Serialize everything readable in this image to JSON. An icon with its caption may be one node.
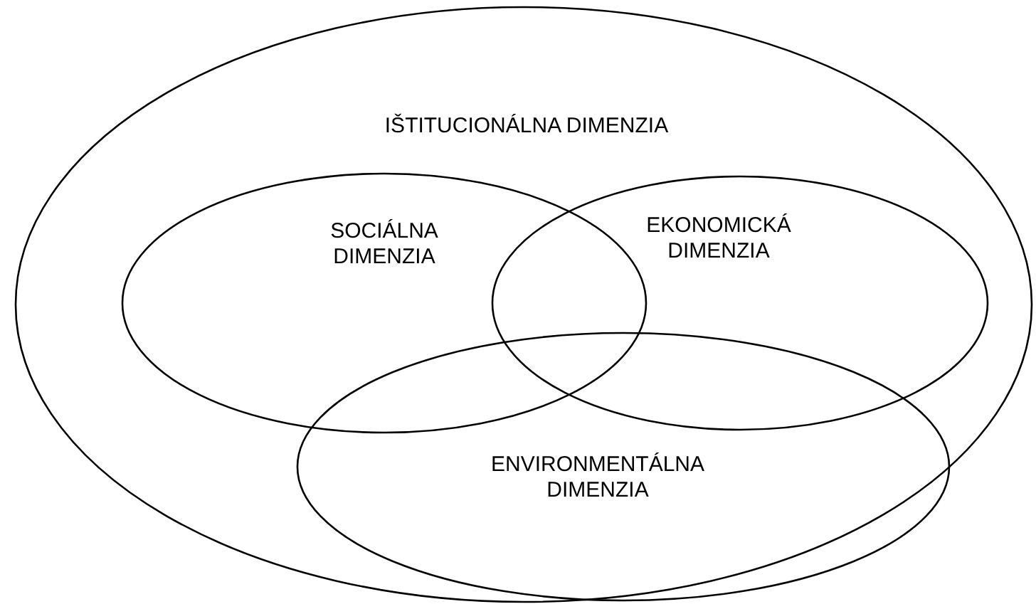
{
  "diagram": {
    "nodes": [
      {
        "text": [
          "IŠTITUCIONÁLNA DIMENZIA"
        ]
      },
      {
        "text": [
          "SOCIÁLNA DIMENZIA"
        ],
        "in": 0
      },
      {
        "text": [
          "EKONOMICKÁ DIMENZIA"
        ],
        "in": 0
      },
      {
        "text": [
          "ENVIRONMENTÁLNA DIMENZIA"
        ],
        "in": 0
      }
    ]
  }
}
